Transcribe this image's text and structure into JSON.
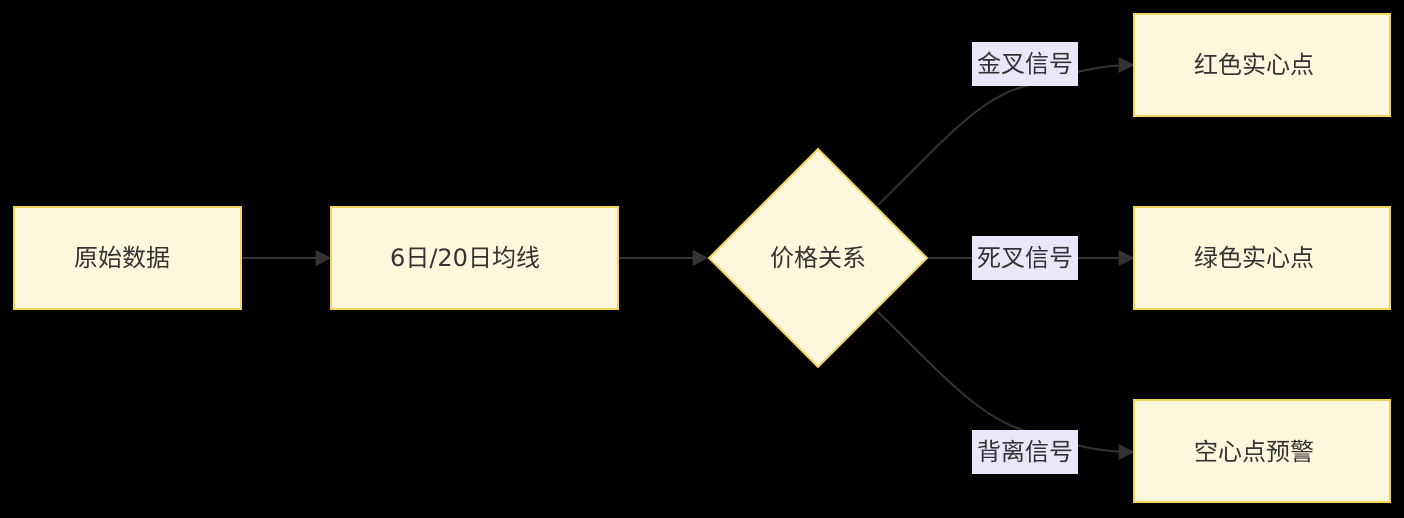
{
  "nodes": {
    "raw_data": "原始数据",
    "moving_avg": "6日/20日均线",
    "price_relation": "价格关系",
    "red_dot": "红色实心点",
    "green_dot": "绿色实心点",
    "hollow_warning": "空心点预警"
  },
  "edges": {
    "golden_cross": "金叉信号",
    "death_cross": "死叉信号",
    "divergence": "背离信号"
  },
  "colors": {
    "background": "#000000",
    "node_fill": "#fff8dc",
    "node_stroke": "#f2d35c",
    "edge_label_fill": "#e8e8fa",
    "edge_stroke": "#333333",
    "text": "#333333"
  }
}
